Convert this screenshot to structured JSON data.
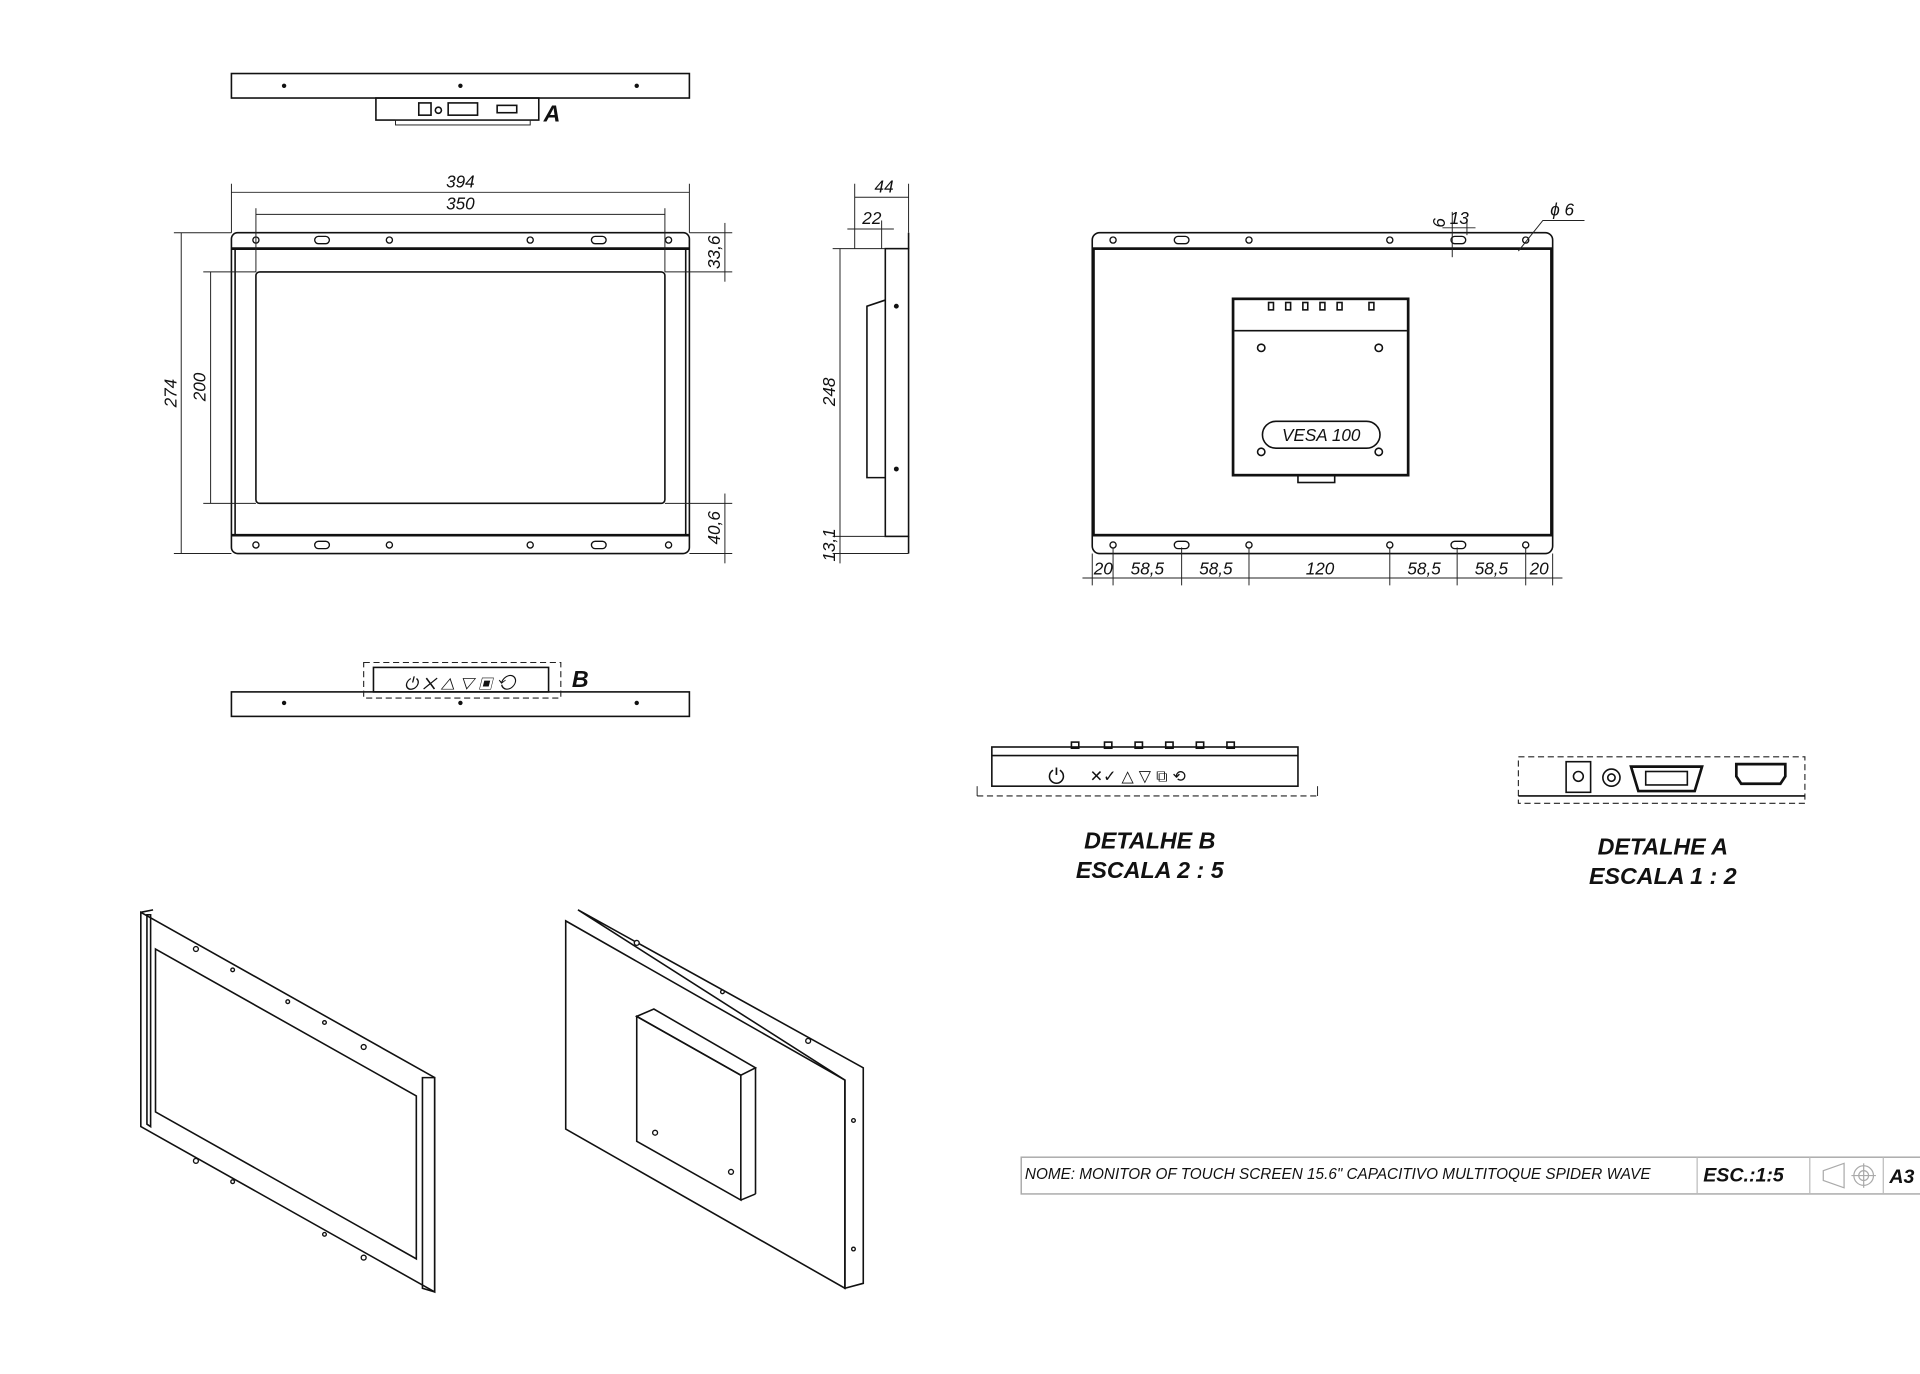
{
  "views": {
    "top": {
      "detail_marker": "A"
    },
    "front": {
      "width_overall": "394",
      "width_screen": "350",
      "height_overall": "274",
      "height_screen": "200",
      "top_margin": "33,6",
      "bottom_margin": "40,6"
    },
    "side": {
      "depth_overall": "44",
      "depth_frame": "22",
      "height_frame": "248",
      "bottom_offset": "13,1"
    },
    "back": {
      "vesa_label": "VESA 100",
      "slot_offset": "6",
      "slot_width": "13",
      "hole_diameter": "ϕ 6",
      "hole_spacing": [
        "20",
        "58,5",
        "58,5",
        "120",
        "58,5",
        "58,5",
        "20"
      ]
    },
    "bottom": {
      "detail_marker": "B"
    }
  },
  "details": {
    "b": {
      "title": "DETALHE B",
      "scale": "ESCALA 2 : 5"
    },
    "a": {
      "title": "DETALHE A",
      "scale": "ESCALA 1 : 2"
    }
  },
  "title_block": {
    "name": "NOME: MONITOR OF TOUCH SCREEN 15.6\" CAPACITIVO MULTITOQUE SPIDER WAVE",
    "scale": "ESC.:1:5",
    "projection_icon": "first-angle-projection-icon",
    "sheet_size": "A3"
  }
}
